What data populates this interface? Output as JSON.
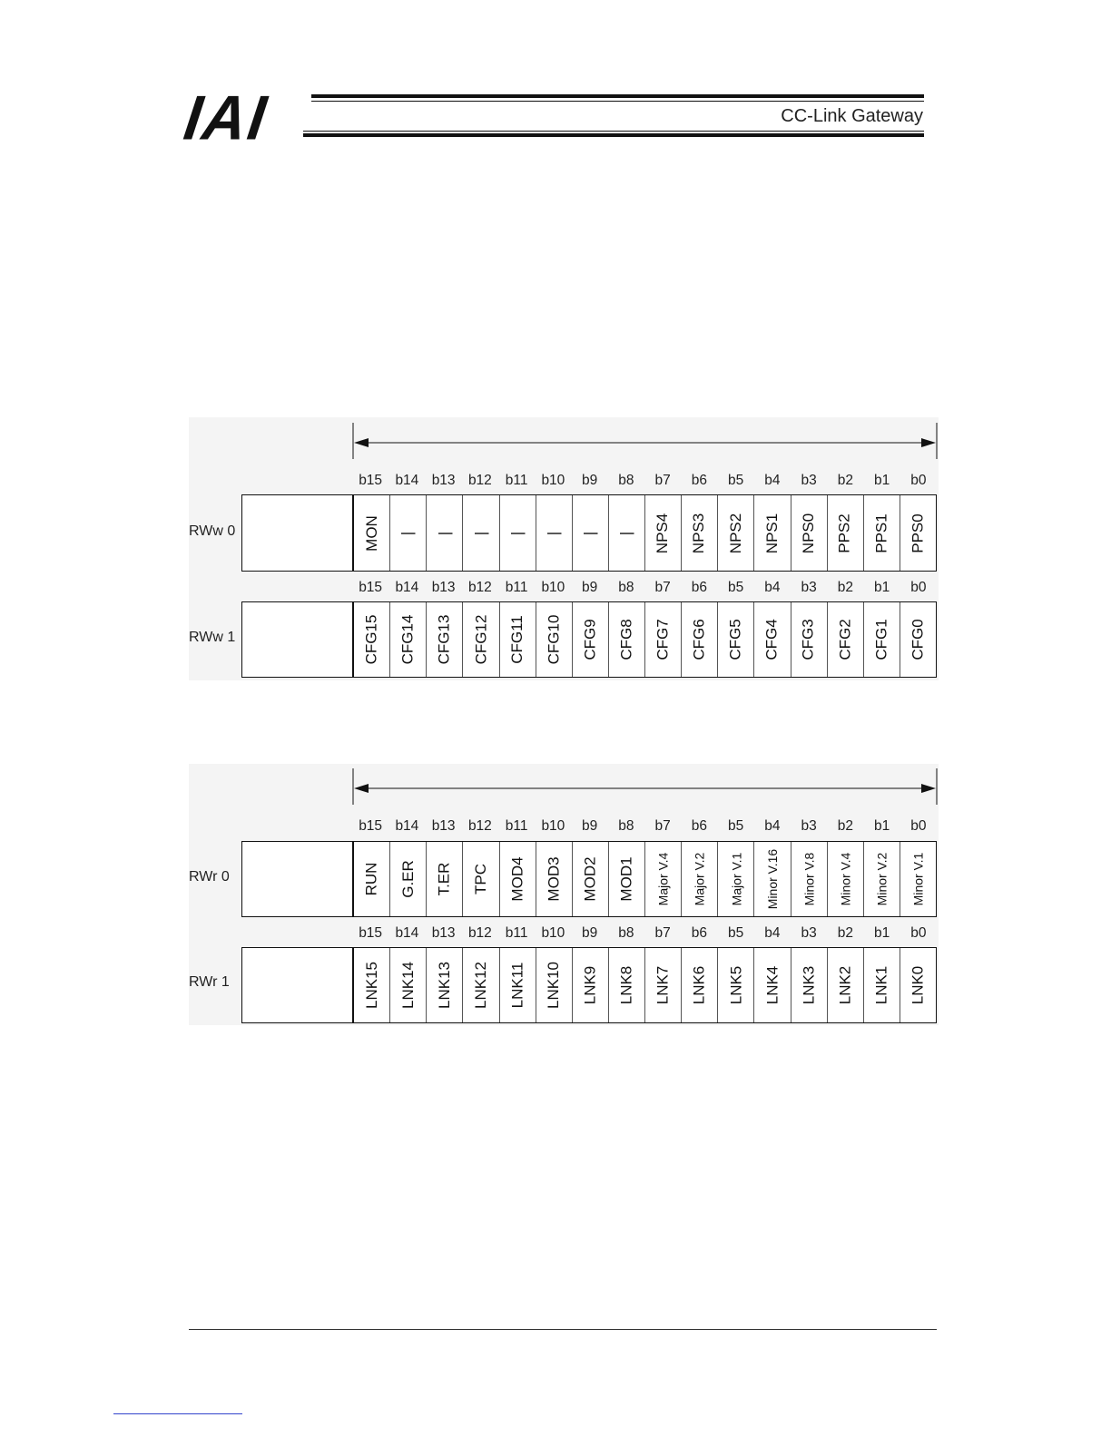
{
  "header": {
    "logo": "IAI",
    "title": "CC-Link Gateway"
  },
  "bit_headers": [
    "b15",
    "b14",
    "b13",
    "b12",
    "b11",
    "b10",
    "b9",
    "b8",
    "b7",
    "b6",
    "b5",
    "b4",
    "b3",
    "b2",
    "b1",
    "b0"
  ],
  "registers": {
    "rww0": {
      "label": "RWw 0",
      "bits": [
        "MON",
        "|",
        "|",
        "|",
        "|",
        "|",
        "|",
        "|",
        "NPS4",
        "NPS3",
        "NPS2",
        "NPS1",
        "NPS0",
        "PPS2",
        "PPS1",
        "PPS0"
      ]
    },
    "rww1": {
      "label": "RWw 1",
      "bits": [
        "CFG15",
        "CFG14",
        "CFG13",
        "CFG12",
        "CFG11",
        "CFG10",
        "CFG9",
        "CFG8",
        "CFG7",
        "CFG6",
        "CFG5",
        "CFG4",
        "CFG3",
        "CFG2",
        "CFG1",
        "CFG0"
      ]
    },
    "rwr0": {
      "label": "RWr 0",
      "bits": [
        "RUN",
        "G.ER",
        "T.ER",
        "TPC",
        "MOD4",
        "MOD3",
        "MOD2",
        "MOD1",
        "Major  V.4",
        "Major  V.2",
        "Major  V.1",
        "Minor  V.16",
        "Minor  V.8",
        "Minor  V.4",
        "Minor  V.2",
        "Minor  V.1"
      ]
    },
    "rwr1": {
      "label": "RWr 1",
      "bits": [
        "LNK15",
        "LNK14",
        "LNK13",
        "LNK12",
        "LNK11",
        "LNK10",
        "LNK9",
        "LNK8",
        "LNK7",
        "LNK6",
        "LNK5",
        "LNK4",
        "LNK3",
        "LNK2",
        "LNK1",
        "LNK0"
      ]
    }
  }
}
